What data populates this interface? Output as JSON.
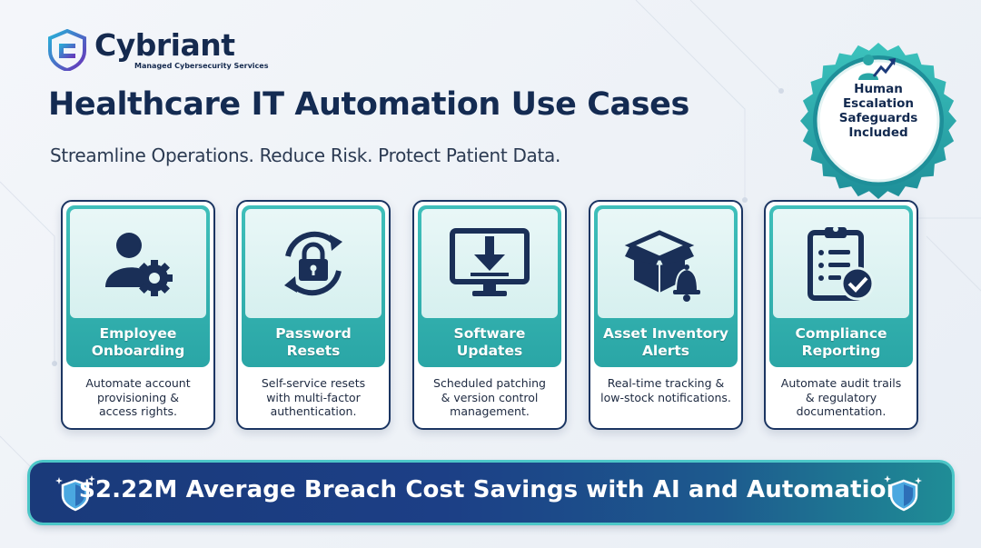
{
  "brand": {
    "name": "Cybriant",
    "tagline": "Managed Cybersecurity Services",
    "colors": {
      "navy": "#142b52",
      "teal": "#2aa6a6",
      "light_teal": "#d6f0ef"
    }
  },
  "header": {
    "title": "Healthcare IT Automation Use Cases",
    "subtitle": "Streamline Operations. Reduce Risk. Protect Patient Data."
  },
  "badge": {
    "text": "Human Escalation Safeguards Included",
    "icon": "person-growth-icon"
  },
  "cards": [
    {
      "title": "Employee\nOnboarding",
      "description": "Automate account\nprovisioning &\naccess rights.",
      "icon": "user-gear-icon"
    },
    {
      "title": "Password\nResets",
      "description": "Self-service resets\nwith multi-factor\nauthentication.",
      "icon": "lock-refresh-icon"
    },
    {
      "title": "Software\nUpdates",
      "description": "Scheduled patching\n& version control\nmanagement.",
      "icon": "monitor-download-icon"
    },
    {
      "title": "Asset Inventory\nAlerts",
      "description": "Real-time tracking &\nlow-stock notifications.",
      "icon": "box-bell-icon"
    },
    {
      "title": "Compliance\nReporting",
      "description": "Automate audit trails\n& regulatory\ndocumentation.",
      "icon": "clipboard-check-icon"
    }
  ],
  "banner": {
    "text": "$2.22M Average Breach Cost Savings with AI and Automation",
    "icon": "shield-sparkle-icon"
  }
}
